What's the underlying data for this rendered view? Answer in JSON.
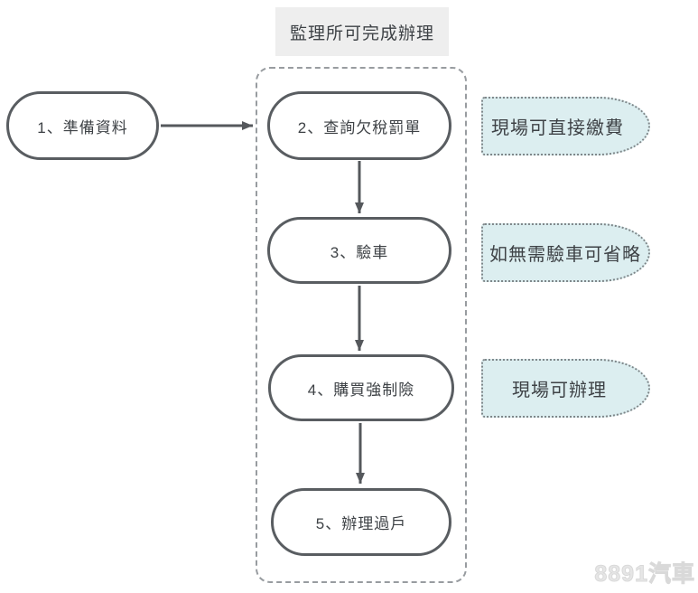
{
  "title_label": {
    "text": "監理所可完成辦理"
  },
  "flow": {
    "start_node": {
      "label": "1、準備資料"
    },
    "steps": [
      {
        "label": "2、查詢欠稅罰單"
      },
      {
        "label": "3、驗車"
      },
      {
        "label": "4、購買強制險"
      },
      {
        "label": "5、辦理過戶"
      }
    ]
  },
  "callouts": [
    {
      "label": "現場可直接繳費"
    },
    {
      "label": "如無需驗車可省略"
    },
    {
      "label": "現場可辦理"
    }
  ],
  "watermark": {
    "text": "8891汽車"
  },
  "colors": {
    "text": "#3e4246",
    "arrow": "#55585c",
    "node_border": "#595d61",
    "container_border": "#989ca0",
    "label_bg": "#eeeeee",
    "callout_bg": "#dceef0",
    "callout_border": "#7e8689",
    "watermark": "#e6e6e6"
  }
}
